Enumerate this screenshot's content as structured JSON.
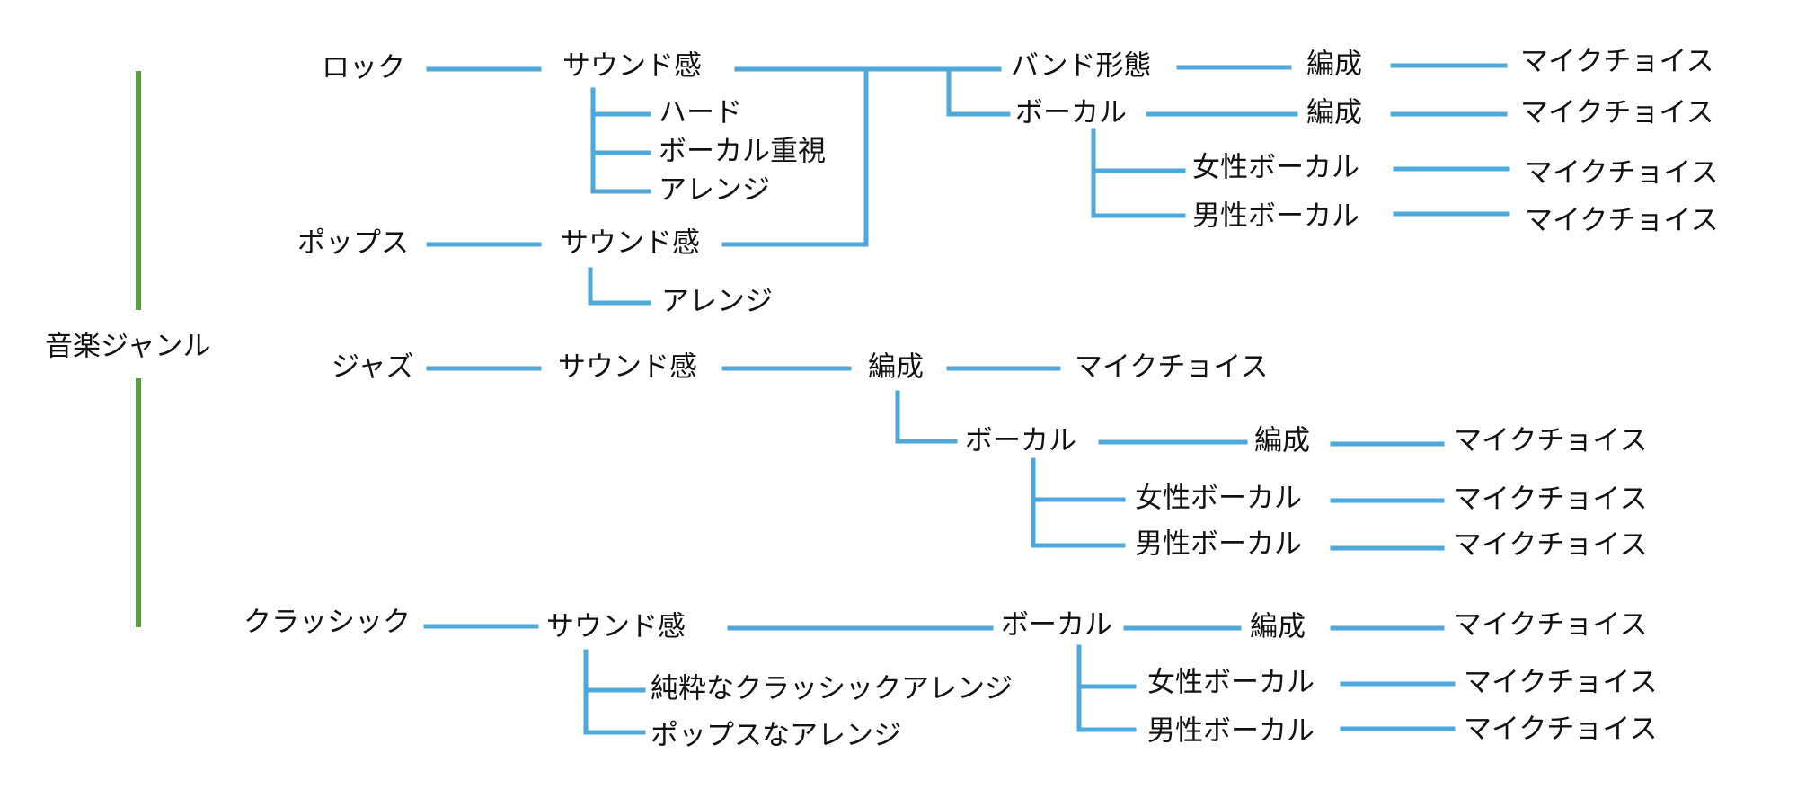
{
  "colors": {
    "connector": "#4ea8d9",
    "root_spine": "#5a9e3a",
    "text": "#111111",
    "background": "#ffffff"
  },
  "root": {
    "label": "音楽ジャンル"
  },
  "genres": [
    {
      "label": "ロック",
      "sound": {
        "label": "サウンド感",
        "options": [
          "ハード",
          "ボーカル重視",
          "アレンジ"
        ]
      }
    },
    {
      "label": "ポップス",
      "sound": {
        "label": "サウンド感",
        "options": [
          "アレンジ"
        ]
      }
    },
    {
      "label": "ジャズ",
      "sound": {
        "label": "サウンド感"
      }
    },
    {
      "label": "クラッシック",
      "sound": {
        "label": "サウンド感",
        "options": [
          "純粋なクラッシックアレンジ",
          "ポップスなアレンジ"
        ]
      }
    }
  ],
  "rock_pops_branch": {
    "band_form": {
      "label": "バンド形態",
      "formation": "編成",
      "mic": "マイクチョイス"
    },
    "vocal": {
      "label": "ボーカル",
      "formation": "編成",
      "mic": "マイクチョイス",
      "types": [
        {
          "label": "女性ボーカル",
          "mic": "マイクチョイス"
        },
        {
          "label": "男性ボーカル",
          "mic": "マイクチョイス"
        }
      ]
    }
  },
  "jazz_branch": {
    "formation": "編成",
    "mic": "マイクチョイス",
    "vocal": {
      "label": "ボーカル",
      "formation": "編成",
      "mic": "マイクチョイス",
      "types": [
        {
          "label": "女性ボーカル",
          "mic": "マイクチョイス"
        },
        {
          "label": "男性ボーカル",
          "mic": "マイクチョイス"
        }
      ]
    }
  },
  "classic_branch": {
    "vocal": {
      "label": "ボーカル",
      "formation": "編成",
      "mic": "マイクチョイス",
      "types": [
        {
          "label": "女性ボーカル",
          "mic": "マイクチョイス"
        },
        {
          "label": "男性ボーカル",
          "mic": "マイクチョイス"
        }
      ]
    }
  }
}
